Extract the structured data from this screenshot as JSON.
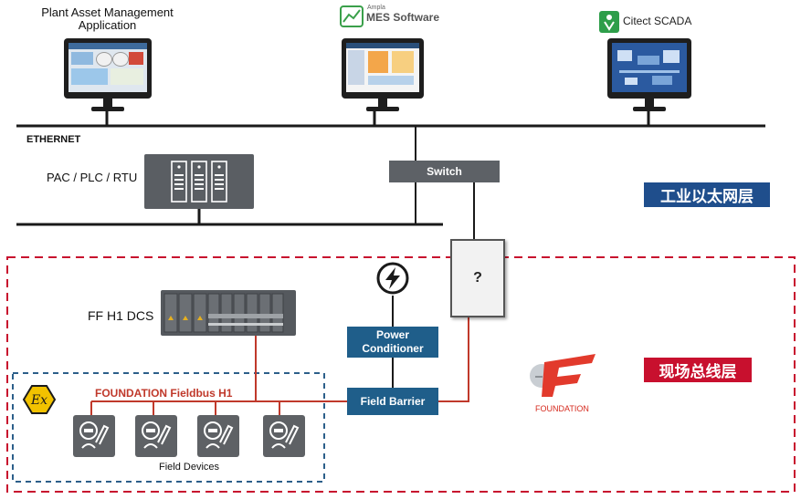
{
  "apps": {
    "plant_asset": "Plant Asset Management\nApplication",
    "mes_brand": "Ampla",
    "mes": "MES Software",
    "scada": "Citect SCADA"
  },
  "network": {
    "ethernet": "ETHERNET",
    "pac": "PAC / PLC / RTU",
    "switch": "Switch",
    "unknown": "?",
    "ethernet_layer": "工业以太网层"
  },
  "fieldbus": {
    "dcs": "FF H1 DCS",
    "power_conditioner": "Power\nConditioner",
    "field_barrier": "Field Barrier",
    "bus_label": "FOUNDATION Fieldbus H1",
    "field_devices": "Field Devices",
    "hazard_symbol": "Ex",
    "foundation_logo": "FOUNDATION",
    "fieldbus_layer": "现场总线层"
  },
  "colors": {
    "network_line": "#1a1a1a",
    "fieldbus_line": "#c0392b",
    "dashed_red": "#c8102e",
    "dashed_blue": "#2c5f8a",
    "switch_box": "#5d6166",
    "blue_box": "#1f5e8a",
    "tag_blue": "#1f4e8c",
    "tag_red": "#c8102e"
  },
  "icons": [
    "monitor-icon",
    "ampla-logo-icon",
    "citect-logo-icon",
    "controller-rack-icon",
    "lightning-icon",
    "hazard-ex-icon",
    "foundation-logo-icon",
    "field-device-icon"
  ]
}
